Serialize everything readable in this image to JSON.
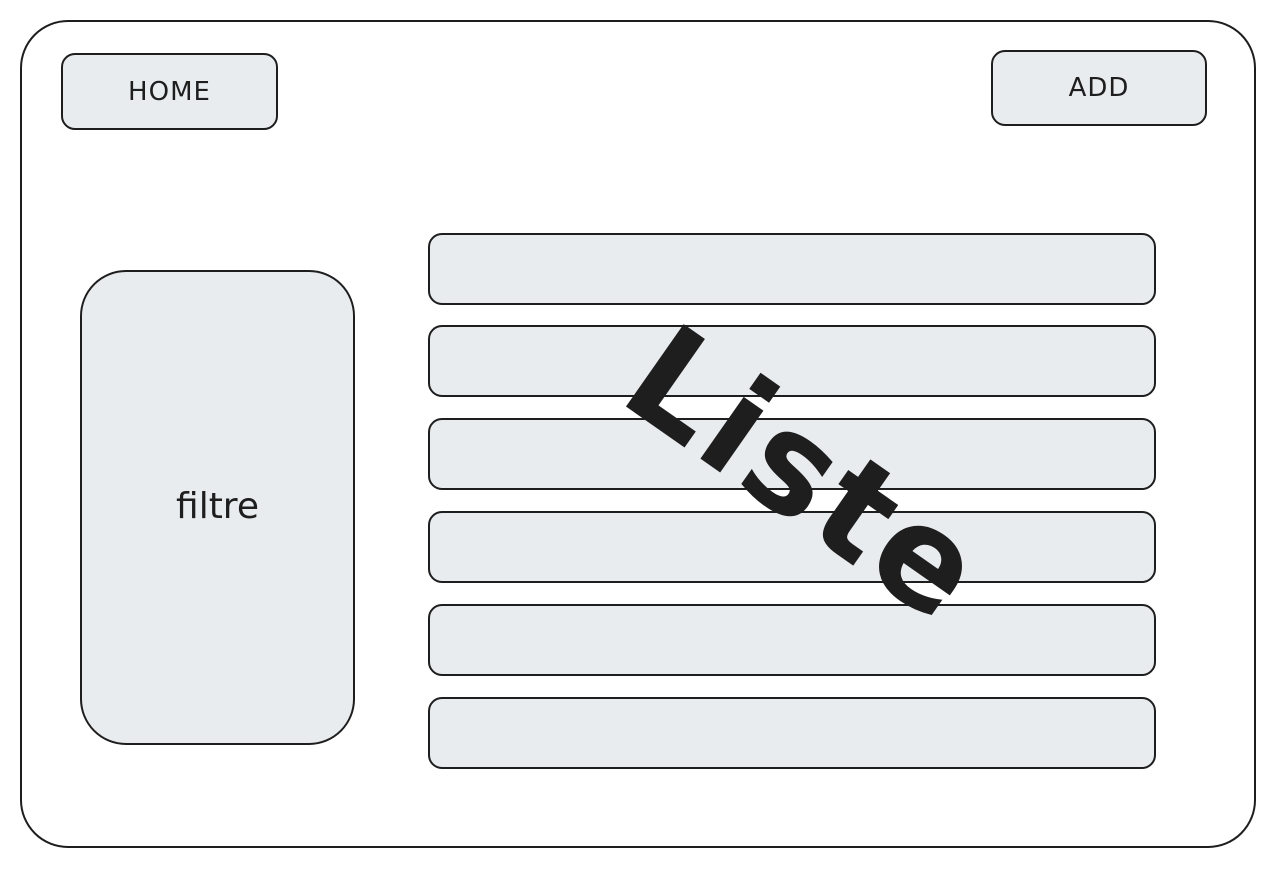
{
  "header": {
    "home_label": "HOME",
    "add_label": "ADD"
  },
  "filter": {
    "label": "filtre"
  },
  "list": {
    "label": "Liste",
    "row_count": 6
  },
  "colors": {
    "stroke": "#1e1e1e",
    "fill": "#e9ecef",
    "background": "#ffffff"
  }
}
